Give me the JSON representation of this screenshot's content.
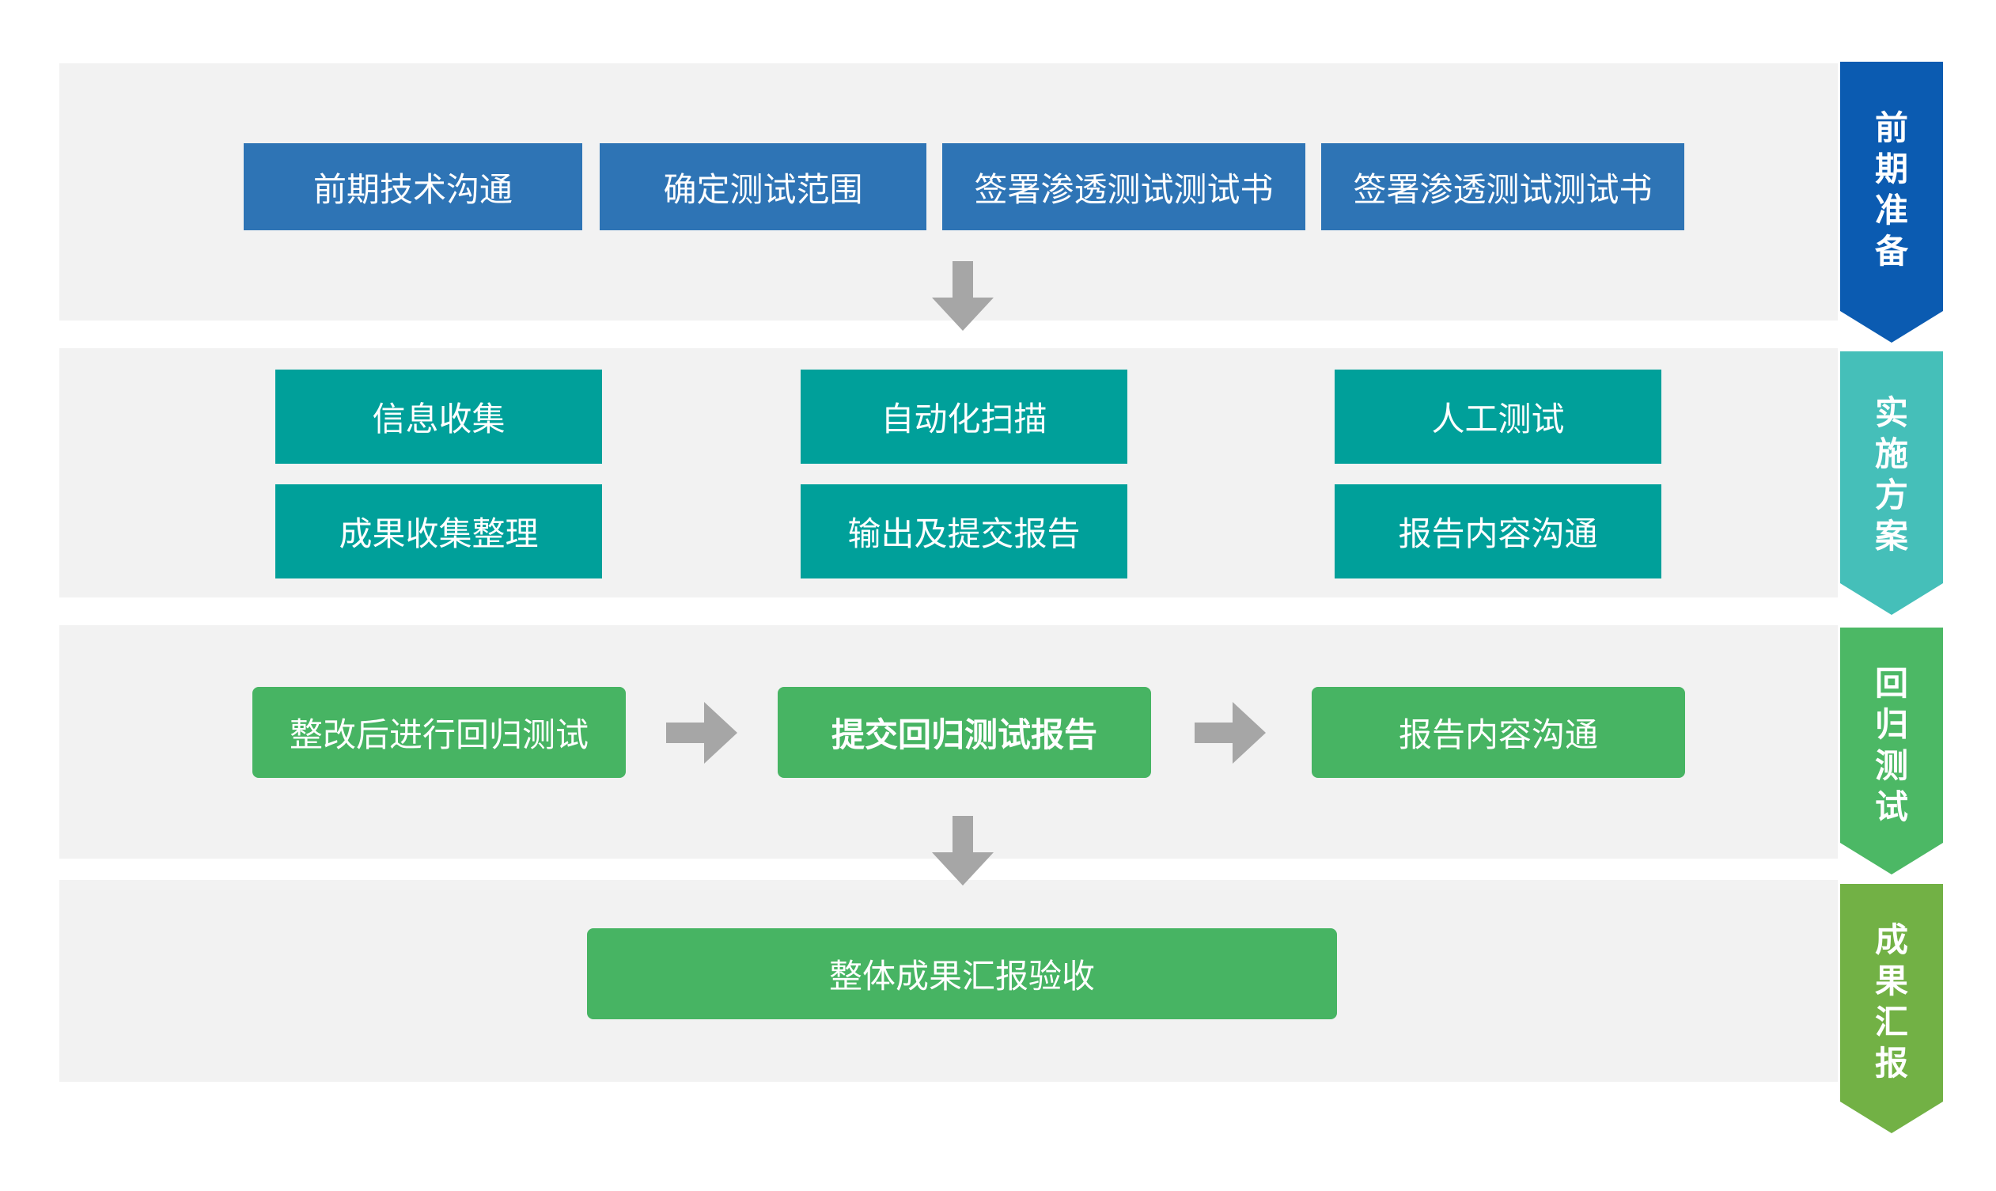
{
  "stages": [
    {
      "label": "前期准备",
      "color": "#0b5bb1"
    },
    {
      "label": "实施方案",
      "color": "#45bfb9"
    },
    {
      "label": "回归测试",
      "color": "#4cb865"
    },
    {
      "label": "成果汇报",
      "color": "#72b145"
    }
  ],
  "prep": {
    "items": [
      "前期技术沟通",
      "确定测试范围",
      "签署渗透测试测试书",
      "签署渗透测试测试书"
    ]
  },
  "implement": {
    "items": [
      "信息收集",
      "自动化扫描",
      "人工测试",
      "成果收集整理",
      "输出及提交报告",
      "报告内容沟通"
    ]
  },
  "regression": {
    "items": [
      "整改后进行回归测试",
      "提交回归测试报告",
      "报告内容沟通"
    ]
  },
  "report": {
    "item": "整体成果汇报验收"
  },
  "colors": {
    "blue": "#2e74b5",
    "teal": "#00a09a",
    "green": "#47b463",
    "arrow": "#a6a6a6",
    "band": "#f2f2f2"
  }
}
